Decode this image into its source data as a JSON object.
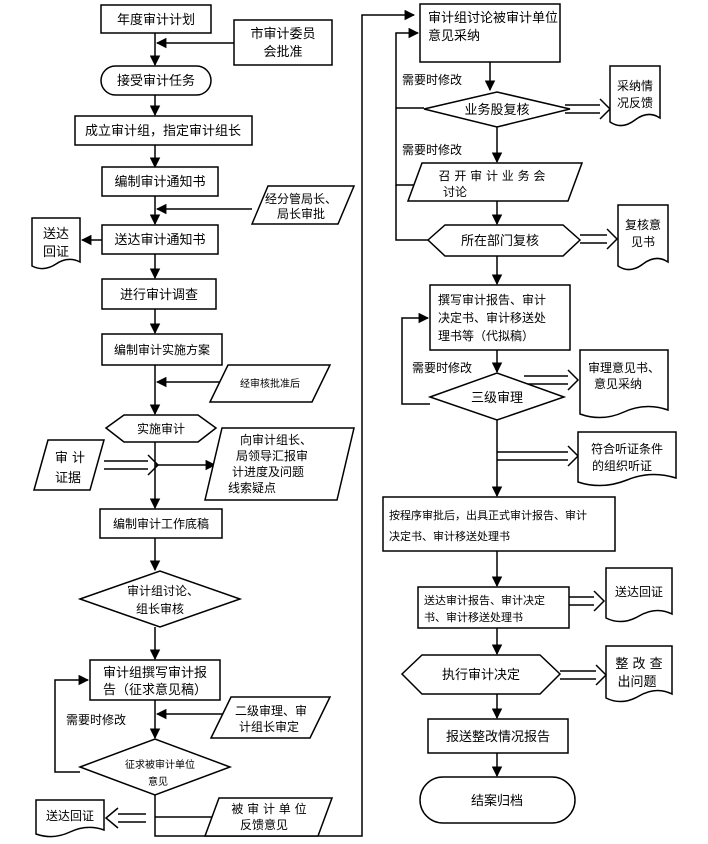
{
  "nodes": {
    "annual_plan": "年度审计计划",
    "committee_1": "市审计委员",
    "committee_2": "会批准",
    "accept_task": "接受审计任务",
    "form_group": "成立审计组，指定审计组长",
    "compile_notice": "编制审计通知书",
    "director_1": "经分管局长、",
    "director_2": "局长审批",
    "receipt_left_1": "送达",
    "receipt_left_2": "回证",
    "send_notice": "送达审计通知书",
    "investigate": "进行审计调查",
    "compile_plan": "编制审计实施方案",
    "approved": "经审核批准后",
    "implement": "实施审计",
    "evidence_1": "审  计",
    "evidence_2": "证据",
    "report_leader_1": "向审计组长、",
    "report_leader_2": "局领导汇报审",
    "report_leader_3": "计进度及问题",
    "report_leader_4": "线索疑点",
    "working_papers": "编制审计工作底稿",
    "group_discuss_1": "审计组讨论、",
    "group_discuss_2": "组长审核",
    "draft_report_1": "审计组撰写审计报",
    "draft_report_2": "告（征求意见稿）",
    "second_review_1": "二级审理、审",
    "second_review_2": "计组长审定",
    "modify_left": "需要时修改",
    "solicit_1": "征求被审计单位",
    "solicit_2": "意见",
    "receipt_bottom": "送达回证",
    "feedback_1": "被 审 计 单 位",
    "feedback_2": "反馈意见",
    "discuss_feedback_1": "审计组讨论被审计单位",
    "discuss_feedback_2": "意见采纳",
    "modify_1": "需要时修改",
    "business_review": "业务股复核",
    "adoption_1": "采纳情",
    "adoption_2": "况反馈",
    "modify_2": "需要时修改",
    "meeting_1": "召 开 审 计 业 务 会",
    "meeting_2": "讨论",
    "dept_review": "所在部门复核",
    "review_opinion_1": "复核意",
    "review_opinion_2": "见书",
    "write_report_1": "撰写审计报告、审计",
    "write_report_2": "决定书、审计移送处",
    "write_report_3": "理书等（代拟稿）",
    "modify_3": "需要时修改",
    "third_review": "三级审理",
    "trial_opinion_1": "审理意见书、",
    "trial_opinion_2": "意见采纳",
    "hearing_1": "符合听证条件",
    "hearing_2": "的组织听证",
    "official_1": "按程序审批后，出具正式审计报告、审计",
    "official_2": "决定书、审计移送处理书",
    "deliver_1": "送达审计报告、审计决定",
    "deliver_2": "书、审计移送处理书",
    "receipt_right": "送达回证",
    "execute": "执行审计决定",
    "rectify_1": "整 改 查",
    "rectify_2": "出问题",
    "rectify_report": "报送整改情况报告",
    "close": "结案归档"
  }
}
